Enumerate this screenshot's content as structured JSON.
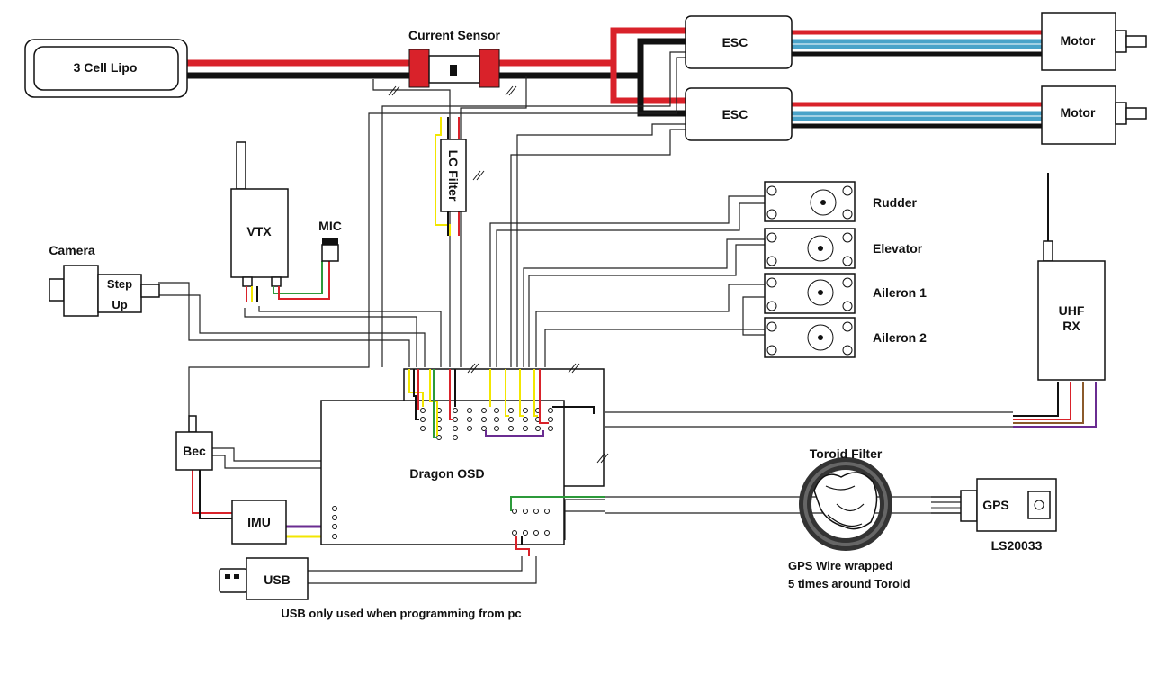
{
  "components": {
    "battery": "3 Cell Lipo",
    "current_sensor": "Current Sensor",
    "esc_top": "ESC",
    "esc_bottom": "ESC",
    "motor_top": "Motor",
    "motor_bottom": "Motor",
    "lc_filter": "LC Filter",
    "vtx": "VTX",
    "mic": "MIC",
    "camera": "Camera",
    "step_up_1": "Step",
    "step_up_2": "Up",
    "rudder": "Rudder",
    "elevator": "Elevator",
    "aileron1": "Aileron 1",
    "aileron2": "Aileron 2",
    "uhf_rx_1": "UHF",
    "uhf_rx_2": "RX",
    "bec": "Bec",
    "imu": "IMU",
    "usb": "USB",
    "dragon_osd": "Dragon OSD",
    "toroid_filter": "Toroid Filter",
    "gps": "GPS",
    "gps_model": "LS20033"
  },
  "notes": {
    "usb_note": "USB only used when programming from pc",
    "toroid_note_1": "GPS Wire wrapped",
    "toroid_note_2": "5 times around Toroid"
  },
  "wire_colors": {
    "power_positive": "#d9222a",
    "ground": "#111111",
    "signal_blue": "#4aa3c9",
    "signal_yellow": "#f2e600",
    "signal_green": "#2c9a3a",
    "signal_purple": "#6a2c91"
  }
}
